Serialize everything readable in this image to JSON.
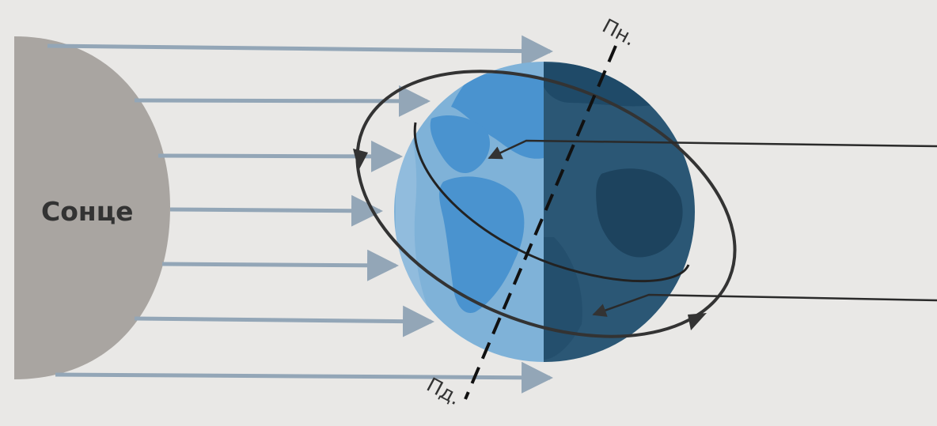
{
  "diagram": {
    "sun_label": "Сонце",
    "north_pole_label": "Пн.",
    "south_pole_label": "Пд.",
    "colors": {
      "sun": "#a9a5a1",
      "rays": "#93a6b7",
      "day_side": "#7fb2d8",
      "day_land": "#4a93cf",
      "night_side": "#2b5775",
      "night_land": "#1f4a68",
      "orbit_line": "#333333",
      "pointer_line": "#2a2a2a",
      "axis": "#111111",
      "background": "#e9e8e6"
    },
    "icons": [
      "sun-shape",
      "earth-globe",
      "sun-ray-arrow",
      "rotation-orbit",
      "axis-line",
      "pointer-line"
    ]
  }
}
